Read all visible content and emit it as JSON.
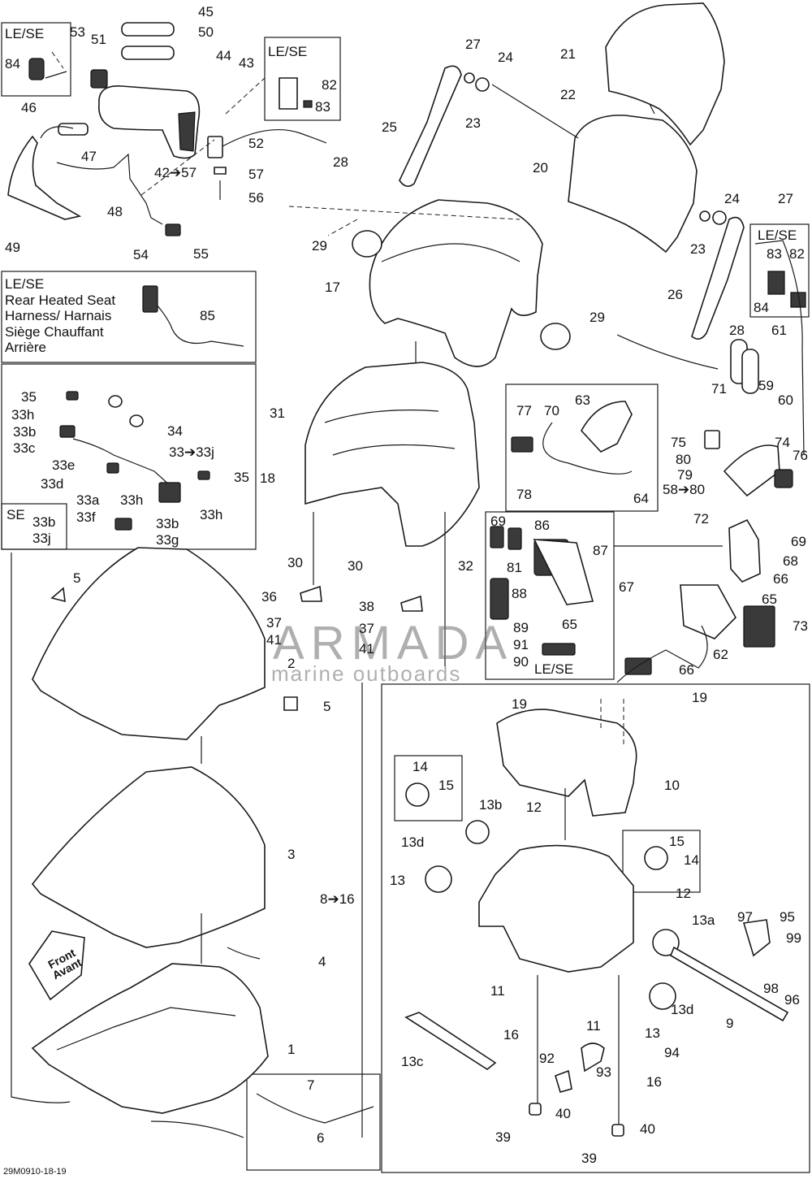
{
  "boxes": {
    "top_left": "LE/SE",
    "top_mid": "LE/SE",
    "right": "LE/SE",
    "heated_seat": [
      "LE/SE",
      "Rear Heated Seat",
      "Harness/ Harnais",
      "Siège Chauffant",
      "Arrière"
    ],
    "se_box": "SE",
    "le_se_bottom": "LE/SE"
  },
  "callouts": {
    "c45": "45",
    "c50": "50",
    "c44": "44",
    "c43": "43",
    "c53": "53",
    "c51": "51",
    "c84a": "84",
    "c46": "46",
    "c47": "47",
    "c42": "42➔57",
    "c52": "52",
    "c57": "57",
    "c56": "56",
    "c48": "48",
    "c49": "49",
    "c54": "54",
    "c55": "55",
    "c82a": "82",
    "c83a": "83",
    "c27a": "27",
    "c24a": "24",
    "c25": "25",
    "c23a": "23",
    "c22": "22",
    "c28a": "28",
    "c21": "21",
    "c20": "20",
    "c24b": "24",
    "c27b": "27",
    "c23b": "23",
    "c83b": "83",
    "c82b": "82",
    "c84b": "84",
    "c29a": "29",
    "c17": "17",
    "c26": "26",
    "c29b": "29",
    "c28b": "28",
    "c61": "61",
    "c85": "85",
    "c35a": "35",
    "c33h_top": "33h",
    "c33b_top": "33b",
    "c33c": "33c",
    "c34": "34",
    "c33j": "33➔33j",
    "c33e": "33e",
    "c33d": "33d",
    "c35b": "35",
    "c33a": "33a",
    "c33f": "33f",
    "c33h_mid": "33h",
    "c33h_right": "33h",
    "c33b_bot": "33b",
    "c33g": "33g",
    "c33b_se": "33b",
    "c33j_se": "33j",
    "c31": "31",
    "c18": "18",
    "c77": "77",
    "c70": "70",
    "c63": "63",
    "c71": "71",
    "c59": "59",
    "c60": "60",
    "c75": "75",
    "c74": "74",
    "c76": "76",
    "c80": "80",
    "c79": "79",
    "c58": "58➔80",
    "c78": "78",
    "c64": "64",
    "c72": "72",
    "c69b": "69",
    "c68": "68",
    "c66a": "66",
    "c65b": "65",
    "c67": "67",
    "c62": "62",
    "c73": "73",
    "c66b": "66",
    "c69a": "69",
    "c86": "86",
    "c87": "87",
    "c81": "81",
    "c88": "88",
    "c65a": "65",
    "c89": "89",
    "c91": "91",
    "c90": "90",
    "c30a": "30",
    "c30b": "30",
    "c32": "32",
    "c36": "36",
    "c38": "38",
    "c37a": "37",
    "c37b": "37",
    "c41a": "41",
    "c41b": "41",
    "c2": "2",
    "c5a": "5",
    "c5b": "5",
    "c3": "3",
    "c4": "4",
    "c1": "1",
    "c7": "7",
    "c6": "6",
    "c19a": "19",
    "c19b": "19",
    "c10": "10",
    "c14a": "14",
    "c15a": "15",
    "c13b": "13b",
    "c12a": "12",
    "c13d_a": "13d",
    "c13a_ring": "13",
    "c15b": "15",
    "c14b": "14",
    "c8": "8➔16",
    "c12b": "12",
    "c13a": "13a",
    "c97": "97",
    "c95": "95",
    "c99": "99",
    "c98": "98",
    "c96": "96",
    "c13d_b": "13d",
    "c11a": "11",
    "c11b": "11",
    "c16a": "16",
    "c13": "13",
    "c9": "9",
    "c13c": "13c",
    "c92": "92",
    "c93": "93",
    "c94": "94",
    "c16b": "16",
    "c39a": "39",
    "c40a": "40",
    "c39b": "39",
    "c40b": "40"
  },
  "front_badge": [
    "Front",
    "Avant"
  ],
  "watermark": {
    "brand": "ARMADA",
    "tagline": "marine outboards"
  },
  "footer_code": "29M0910-18-19",
  "colors": {
    "ink": "#1a1a1a",
    "watermark_gray": "#6e6e6e",
    "watermark_pink": "#d8468c"
  }
}
